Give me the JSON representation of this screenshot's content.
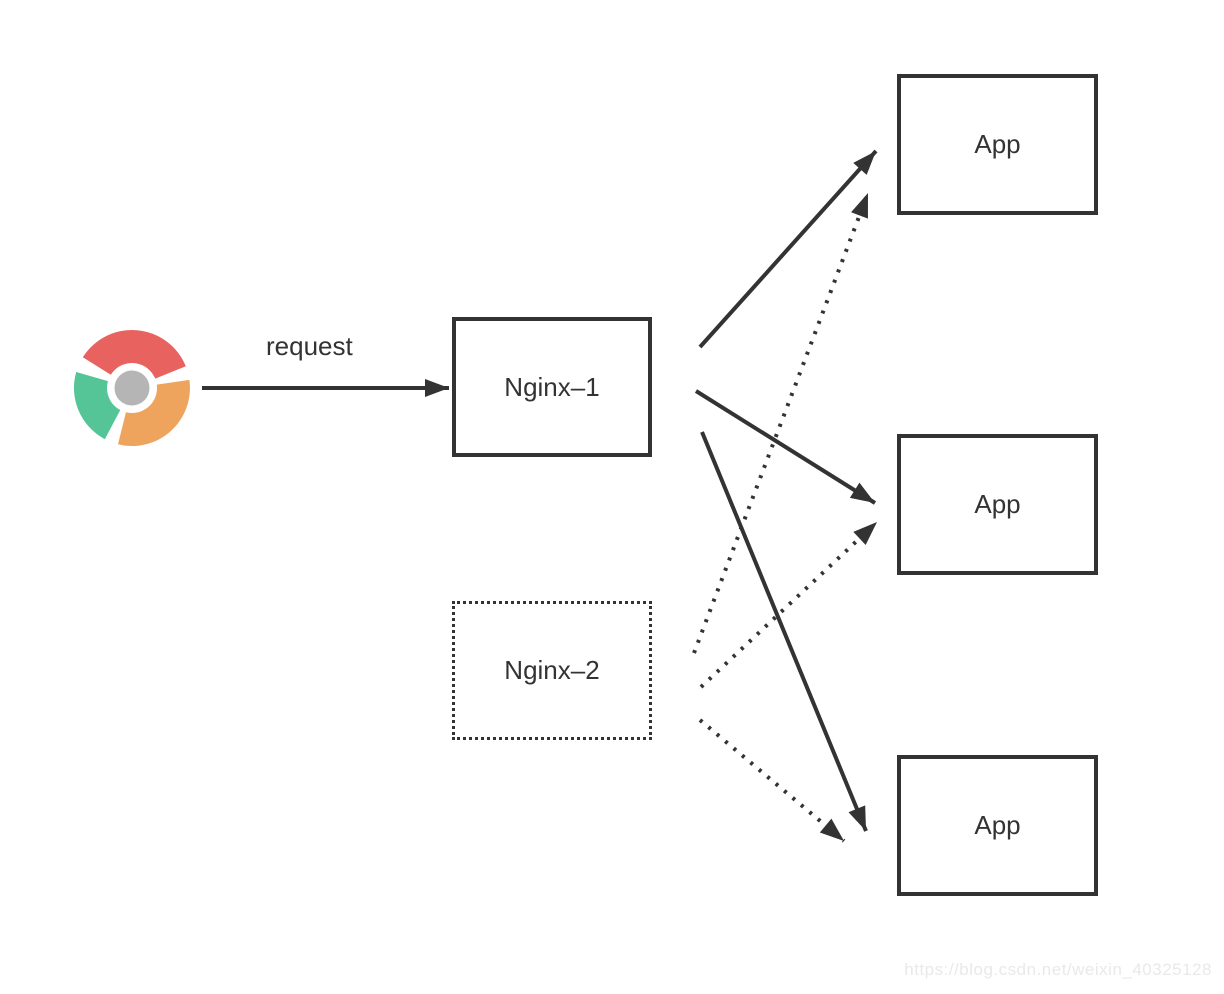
{
  "diagram": {
    "browser": {
      "icon": "chrome-icon"
    },
    "request_label": "request",
    "nginx1": {
      "label": "Nginx–1",
      "border": "solid"
    },
    "nginx2": {
      "label": "Nginx–2",
      "border": "dotted"
    },
    "apps": [
      {
        "label": "App"
      },
      {
        "label": "App"
      },
      {
        "label": "App"
      }
    ],
    "edges": [
      {
        "from": "browser",
        "to": "nginx1",
        "style": "solid",
        "label": "request"
      },
      {
        "from": "nginx1",
        "to": "app1",
        "style": "solid"
      },
      {
        "from": "nginx1",
        "to": "app2",
        "style": "solid"
      },
      {
        "from": "nginx1",
        "to": "app3",
        "style": "solid"
      },
      {
        "from": "nginx2",
        "to": "app1",
        "style": "dotted"
      },
      {
        "from": "nginx2",
        "to": "app2",
        "style": "dotted"
      },
      {
        "from": "nginx2",
        "to": "app3",
        "style": "dotted"
      }
    ]
  },
  "watermark": {
    "text": "https://blog.csdn.net/weixin_40325128"
  },
  "colors": {
    "stroke": "#333333",
    "chrome_red": "#E8625F",
    "chrome_green": "#55C598",
    "chrome_orange": "#EFA45E",
    "chrome_hub": "#B5B5B5",
    "watermark": "#E9E9E9"
  }
}
